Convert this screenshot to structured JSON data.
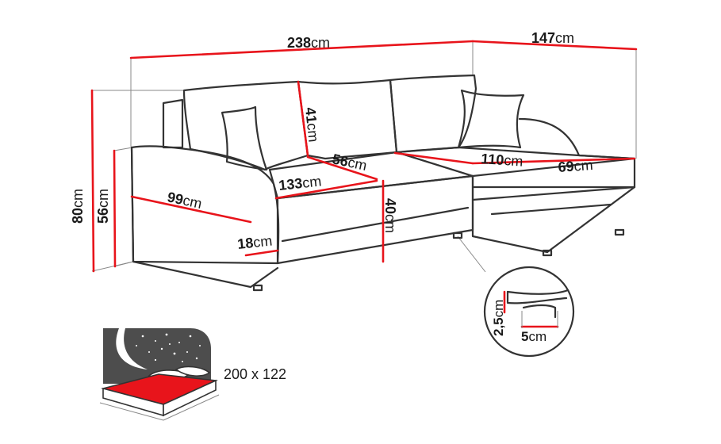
{
  "colors": {
    "dimension_line": "#e8141b",
    "outline": "#333333",
    "guide": "#888888",
    "bed_fill": "#e8141b",
    "night": "#4d4d4d"
  },
  "dimensions": [
    {
      "id": "total-width",
      "value": "238",
      "unit": "cm"
    },
    {
      "id": "chaise-depth",
      "value": "147",
      "unit": "cm"
    },
    {
      "id": "total-height",
      "value": "80",
      "unit": "cm"
    },
    {
      "id": "arm-height",
      "value": "56",
      "unit": "cm"
    },
    {
      "id": "back-cushion-height",
      "value": "41",
      "unit": "cm"
    },
    {
      "id": "seat-depth",
      "value": "56",
      "unit": "cm"
    },
    {
      "id": "chaise-length",
      "value": "110",
      "unit": "cm"
    },
    {
      "id": "chaise-width",
      "value": "69",
      "unit": "cm"
    },
    {
      "id": "seat-width",
      "value": "133",
      "unit": "cm"
    },
    {
      "id": "side-depth",
      "value": "99",
      "unit": "cm"
    },
    {
      "id": "seat-height",
      "value": "40",
      "unit": "cm"
    },
    {
      "id": "arm-width",
      "value": "18",
      "unit": "cm"
    },
    {
      "id": "leg-height",
      "value": "2,5",
      "unit": "cm"
    },
    {
      "id": "leg-width",
      "value": "5",
      "unit": "cm"
    }
  ],
  "bed": {
    "size_label": "200 x 122"
  }
}
